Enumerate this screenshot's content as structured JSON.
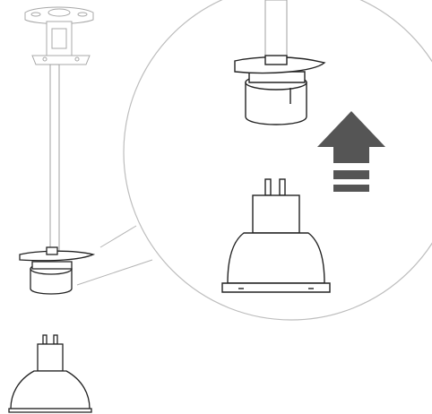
{
  "figure": {
    "parts": [
      {
        "name": "ceiling-mount-bracket",
        "icon": "ceiling-bracket-icon"
      },
      {
        "name": "extension-pole",
        "icon": "pole-icon"
      },
      {
        "name": "bulb-gripper-head",
        "icon": "gripper-head-icon"
      },
      {
        "name": "gu10-spot-bulb",
        "icon": "spot-bulb-icon"
      },
      {
        "name": "detail-magnifier-circle",
        "icon": "magnifier-circle-icon"
      },
      {
        "name": "push-up-arrow",
        "icon": "up-arrow-icon"
      }
    ],
    "colors": {
      "line": "#222222",
      "light_line": "#9a9a9a",
      "arrow": "#555555",
      "bulb_fill": "#ffffff"
    }
  }
}
